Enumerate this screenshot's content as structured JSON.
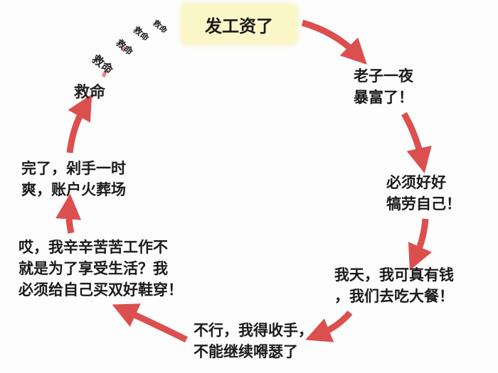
{
  "title": "发工资了",
  "steps": [
    {
      "lines": [
        "老子一夜",
        "暴富了！"
      ]
    },
    {
      "lines": [
        "必须好好",
        "犒劳自己！"
      ]
    },
    {
      "lines": [
        "我天，我可真有钱",
        "，我们去吃大餐！"
      ]
    },
    {
      "lines": [
        "不行，我得收手，",
        "不能继续嘚瑟了"
      ]
    },
    {
      "lines": [
        "哎，我辛辛苦苦工作不",
        "就是为了享受生活？我",
        "必须给自己买双好鞋穿！"
      ]
    },
    {
      "lines": [
        "完了，剁手一时",
        "爽，账户火葬场"
      ]
    }
  ],
  "help": [
    "救命",
    "救命",
    "救命",
    "救命",
    "救命"
  ],
  "colors": {
    "arrow": "#d93d3d",
    "highlight": "#fbf6c8"
  }
}
